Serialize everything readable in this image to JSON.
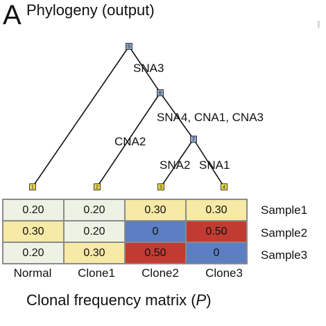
{
  "panel": {
    "letter": "A",
    "title": "Phylogeny (output)"
  },
  "tree": {
    "nodes": [
      {
        "id": "5",
        "color": "#8fa6c8"
      },
      {
        "id": "6",
        "color": "#8fa6c8"
      },
      {
        "id": "7",
        "color": "#8fa6c8"
      },
      {
        "id": "1",
        "color": "#e8d84a"
      },
      {
        "id": "2",
        "color": "#e8d84a"
      },
      {
        "id": "3",
        "color": "#e8d84a"
      },
      {
        "id": "4",
        "color": "#e8d84a"
      }
    ],
    "edges": [
      {
        "from": "5",
        "to": "1",
        "label": ""
      },
      {
        "from": "5",
        "to": "6",
        "label": "SNA3"
      },
      {
        "from": "6",
        "to": "2",
        "label": "CNA2"
      },
      {
        "from": "6",
        "to": "7",
        "label": "SNA4, CNA1, CNA3"
      },
      {
        "from": "7",
        "to": "3",
        "label": "SNA2"
      },
      {
        "from": "7",
        "to": "4",
        "label": "SNA1"
      }
    ]
  },
  "matrix": {
    "columns": [
      "Normal",
      "Clone1",
      "Clone2",
      "Clone3"
    ],
    "rows": [
      {
        "label": "Sample1",
        "values": [
          "0.20",
          "0.20",
          "0.30",
          "0.30"
        ]
      },
      {
        "label": "Sample2",
        "values": [
          "0.30",
          "0.20",
          "0",
          "0.50"
        ]
      },
      {
        "label": "Sample3",
        "values": [
          "0.20",
          "0.30",
          "0.50",
          "0"
        ]
      }
    ],
    "colors": {
      "0.20": "#eef2e4",
      "0.30": "#f7e9a6",
      "0.50": "#c23b32",
      "0": "#5b7fc2"
    },
    "caption_prefix": "Clonal frequency matrix (",
    "caption_var": "P",
    "caption_suffix": ")"
  }
}
